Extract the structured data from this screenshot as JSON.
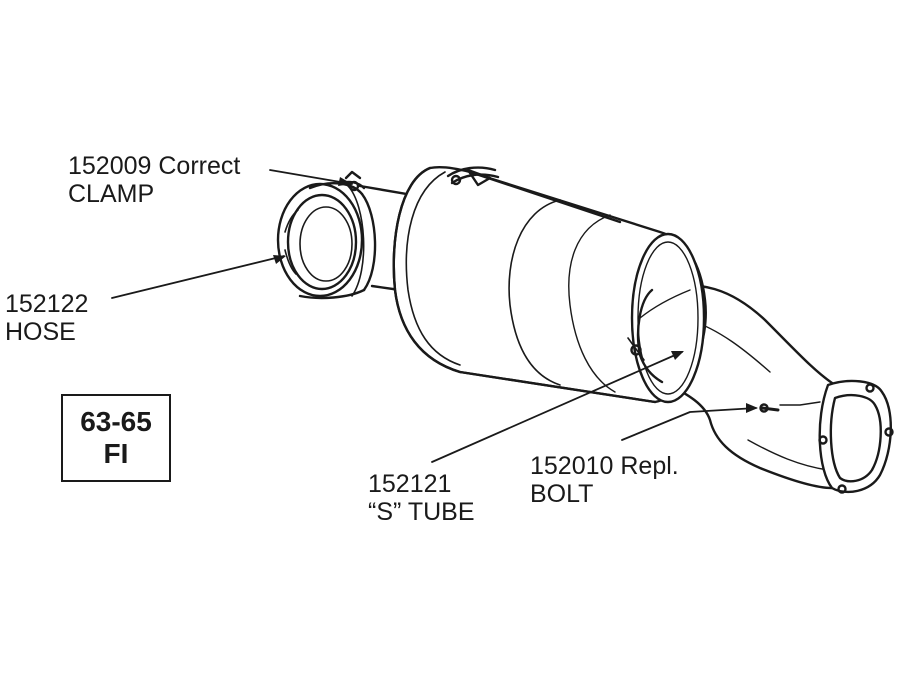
{
  "callouts": {
    "clamp": {
      "part_number": "152009 Correct",
      "name": "CLAMP"
    },
    "hose": {
      "part_number": "152122",
      "name": "HOSE"
    },
    "s_tube": {
      "part_number": "152121",
      "name": "“S” TUBE"
    },
    "bolt": {
      "part_number": "152010 Repl.",
      "name": "BOLT"
    }
  },
  "badge": {
    "years": "63-65",
    "code": "FI"
  },
  "colors": {
    "ink": "#1a1a1a",
    "paper": "#ffffff"
  }
}
